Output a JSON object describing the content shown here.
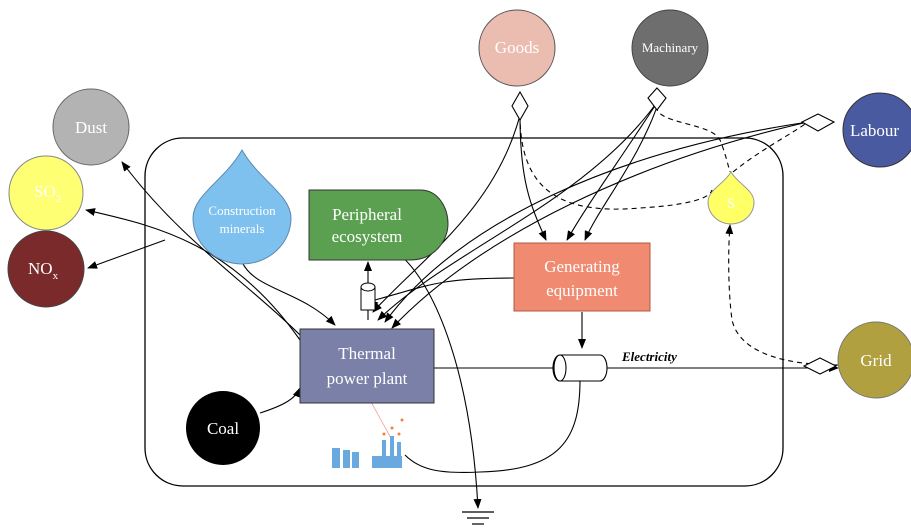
{
  "nodes": {
    "goods": {
      "label": "Goods",
      "color": "#ebbcb0"
    },
    "machinery": {
      "label": "Machinary",
      "color": "#6e6e6e"
    },
    "labour": {
      "label": "Labour",
      "color": "#4a5aa0"
    },
    "dust": {
      "label": "Dust",
      "color": "#b3b3b3"
    },
    "so2": {
      "label": "SO",
      "subscript": "2",
      "color": "#ffff73"
    },
    "nox": {
      "label": "NO",
      "subscript": "x",
      "color": "#7a2a2a"
    },
    "construction_minerals": {
      "label_line1": "Construction",
      "label_line2": "minerals",
      "color": "#7ec0ee"
    },
    "peripheral_ecosystem": {
      "label_line1": "Peripheral",
      "label_line2": "ecosystem",
      "color": "#5aa050"
    },
    "generating_equipment": {
      "label_line1": "Generating",
      "label_line2": "equipment",
      "color": "#f08a70"
    },
    "thermal_power_plant": {
      "label_line1": "Thermal",
      "label_line2": "power plant",
      "color": "#7a80a8"
    },
    "coal": {
      "label": "Coal",
      "color": "#000000"
    },
    "solar": {
      "label": "S",
      "color": "#ffff66"
    },
    "grid": {
      "label": "Grid",
      "color": "#b0a040"
    }
  },
  "edge_labels": {
    "electricity": "Electricity"
  }
}
